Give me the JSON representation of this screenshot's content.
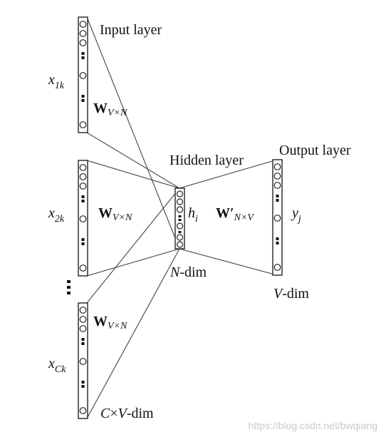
{
  "labels": {
    "input_layer": "Input layer",
    "hidden_layer": "Hidden layer",
    "output_layer": "Output layer",
    "n_dim": "-dim",
    "n_dim_var": "N",
    "v_dim": "-dim",
    "v_dim_var": "V",
    "cv_dim_c": "C",
    "cv_dim_times": "×",
    "cv_dim_v": "V",
    "cv_dim_suffix": "-dim",
    "watermark": "https://blog.csdn.net/bwqiang"
  },
  "inputs": [
    {
      "var": "x",
      "sub": "1k",
      "weight": "W",
      "weight_sub": "V×N"
    },
    {
      "var": "x",
      "sub": "2k",
      "weight": "W",
      "weight_sub": "V×N"
    },
    {
      "var": "x",
      "sub": "Ck",
      "weight": "W",
      "weight_sub": "V×N"
    }
  ],
  "hidden": {
    "var": "h",
    "sub": "i"
  },
  "output": {
    "var": "y",
    "sub": "j",
    "weight": "W′",
    "weight_sub": "N×V"
  }
}
